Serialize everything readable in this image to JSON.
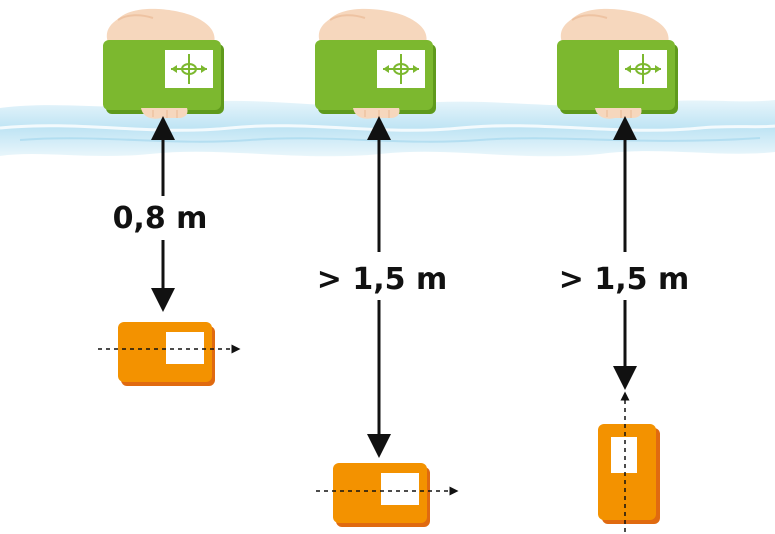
{
  "colors": {
    "green_device": "#7cb82f",
    "green_device_dark": "#5f9a1c",
    "orange_device": "#f39200",
    "orange_device_dark": "#e06a10",
    "water": "#bfe4f4",
    "hand": "#f6d7bd",
    "arrow": "#111111"
  },
  "icons": {
    "screen_symbol": "four-direction-arrows-icon"
  },
  "scenarios": [
    {
      "id": "a",
      "distance_label": "0,8 m",
      "target_orientation": "horizontal"
    },
    {
      "id": "b",
      "distance_label": "> 1,5 m",
      "target_orientation": "horizontal"
    },
    {
      "id": "c",
      "distance_label": "> 1,5 m",
      "target_orientation": "vertical"
    }
  ]
}
